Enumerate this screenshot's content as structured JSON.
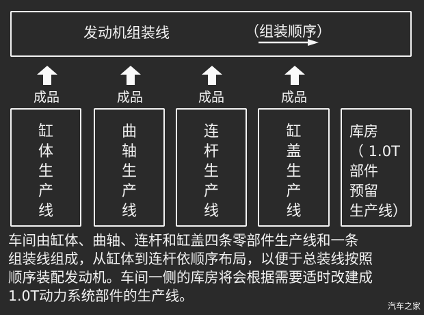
{
  "assembly_line": {
    "title": "发动机组装线",
    "order_label": "（组装顺序）",
    "order_arrow_icon": "right-arrow-icon"
  },
  "output_label": "成品",
  "production_lines": [
    {
      "chars": [
        "缸",
        "体",
        "生",
        "产",
        "线"
      ],
      "name": "缸体生产线",
      "has_output": true
    },
    {
      "chars": [
        "曲",
        "轴",
        "生",
        "产",
        "线"
      ],
      "name": "曲轴生产线",
      "has_output": true
    },
    {
      "chars": [
        "连",
        "杆",
        "生",
        "产",
        "线"
      ],
      "name": "连杆生产线",
      "has_output": true
    },
    {
      "chars": [
        "缸",
        "盖",
        "生",
        "产",
        "线"
      ],
      "name": "缸盖生产线",
      "has_output": true
    }
  ],
  "warehouse": {
    "lines": [
      "库房",
      "（ 1.0T",
      "部件",
      "预留",
      "生产线）"
    ]
  },
  "description": {
    "lines": [
      "车间由缸体、曲轴、连杆和缸盖四条零部件生产线和一条",
      "组装线组成，从缸体到连杆依顺序布局，以便于总装线按照",
      "顺序装配发动机。车间一侧的库房将会根据需要适时改建成",
      "1.0T动力系统部件的生产线。"
    ]
  },
  "watermark": "汽车之家",
  "colors": {
    "background": "#2a2a2a",
    "foreground": "#f4f4f4"
  }
}
